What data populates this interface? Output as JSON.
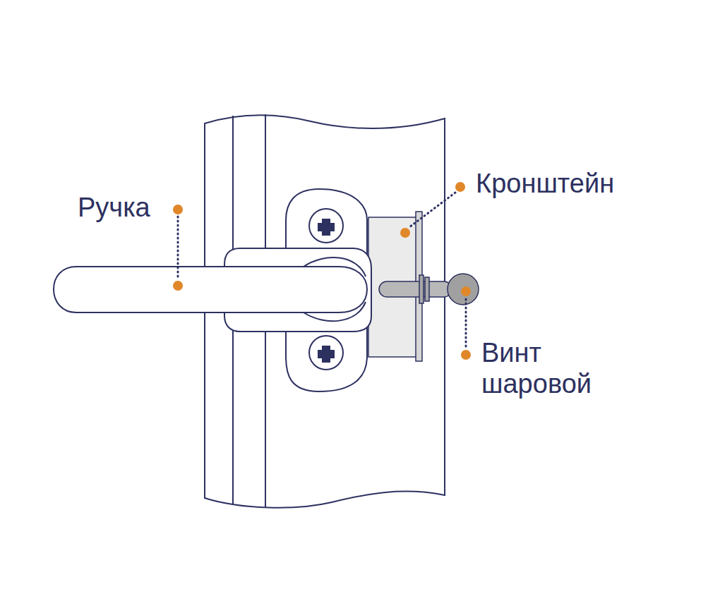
{
  "diagram": {
    "labels": [
      "Ручка",
      "Кронштейн",
      "Винт шаровой"
    ]
  }
}
